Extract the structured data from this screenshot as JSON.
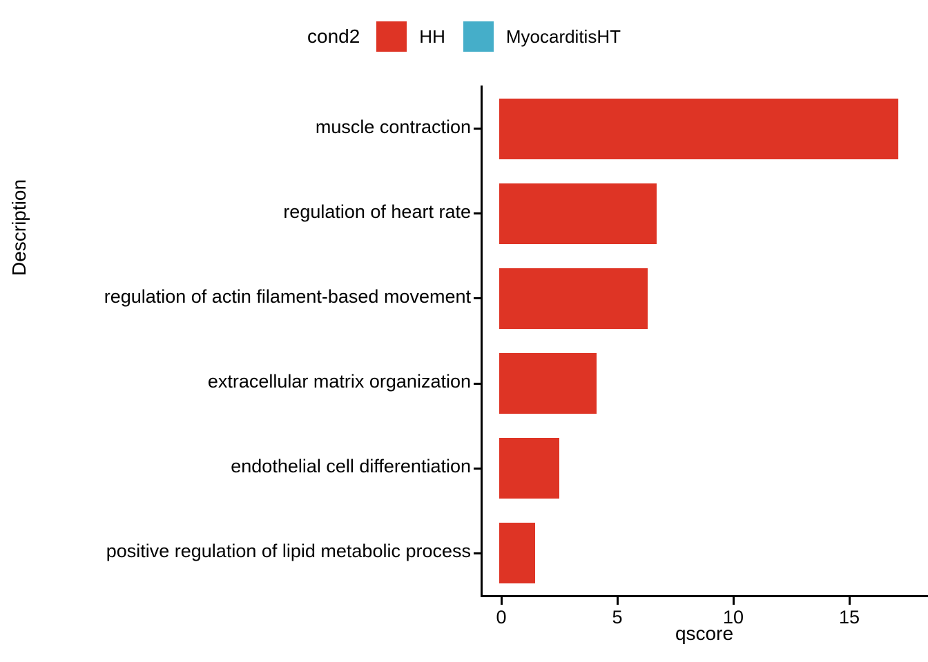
{
  "legend": {
    "title": "cond2",
    "entries": [
      {
        "label": "HH",
        "color": "#DE3425"
      },
      {
        "label": "MyocarditisHT",
        "color": "#45AEC9"
      }
    ]
  },
  "axes": {
    "y_title": "Description",
    "x_title": "qscore"
  },
  "chart_data": {
    "type": "bar",
    "orientation": "horizontal",
    "title": "",
    "xlabel": "qscore",
    "ylabel": "Description",
    "xlim": [
      0,
      17.6
    ],
    "grid": false,
    "legend_position": "top",
    "legend_title": "cond2",
    "categories": [
      "muscle contraction",
      "regulation of heart rate",
      "regulation of actin filament-based movement",
      "extracellular matrix organization",
      "endothelial cell differentiation",
      "positive regulation of lipid metabolic process"
    ],
    "values": [
      17.1,
      6.7,
      6.3,
      4.1,
      2.5,
      1.45
    ],
    "series": [
      {
        "name": "HH",
        "color": "#DE3425",
        "values": [
          17.1,
          6.7,
          6.3,
          4.1,
          2.5,
          1.45
        ]
      },
      {
        "name": "MyocarditisHT",
        "color": "#45AEC9",
        "values": []
      }
    ],
    "x_ticks": [
      0,
      5,
      10,
      15
    ],
    "x_tick_labels": [
      "0",
      "5",
      "10",
      "15"
    ]
  }
}
